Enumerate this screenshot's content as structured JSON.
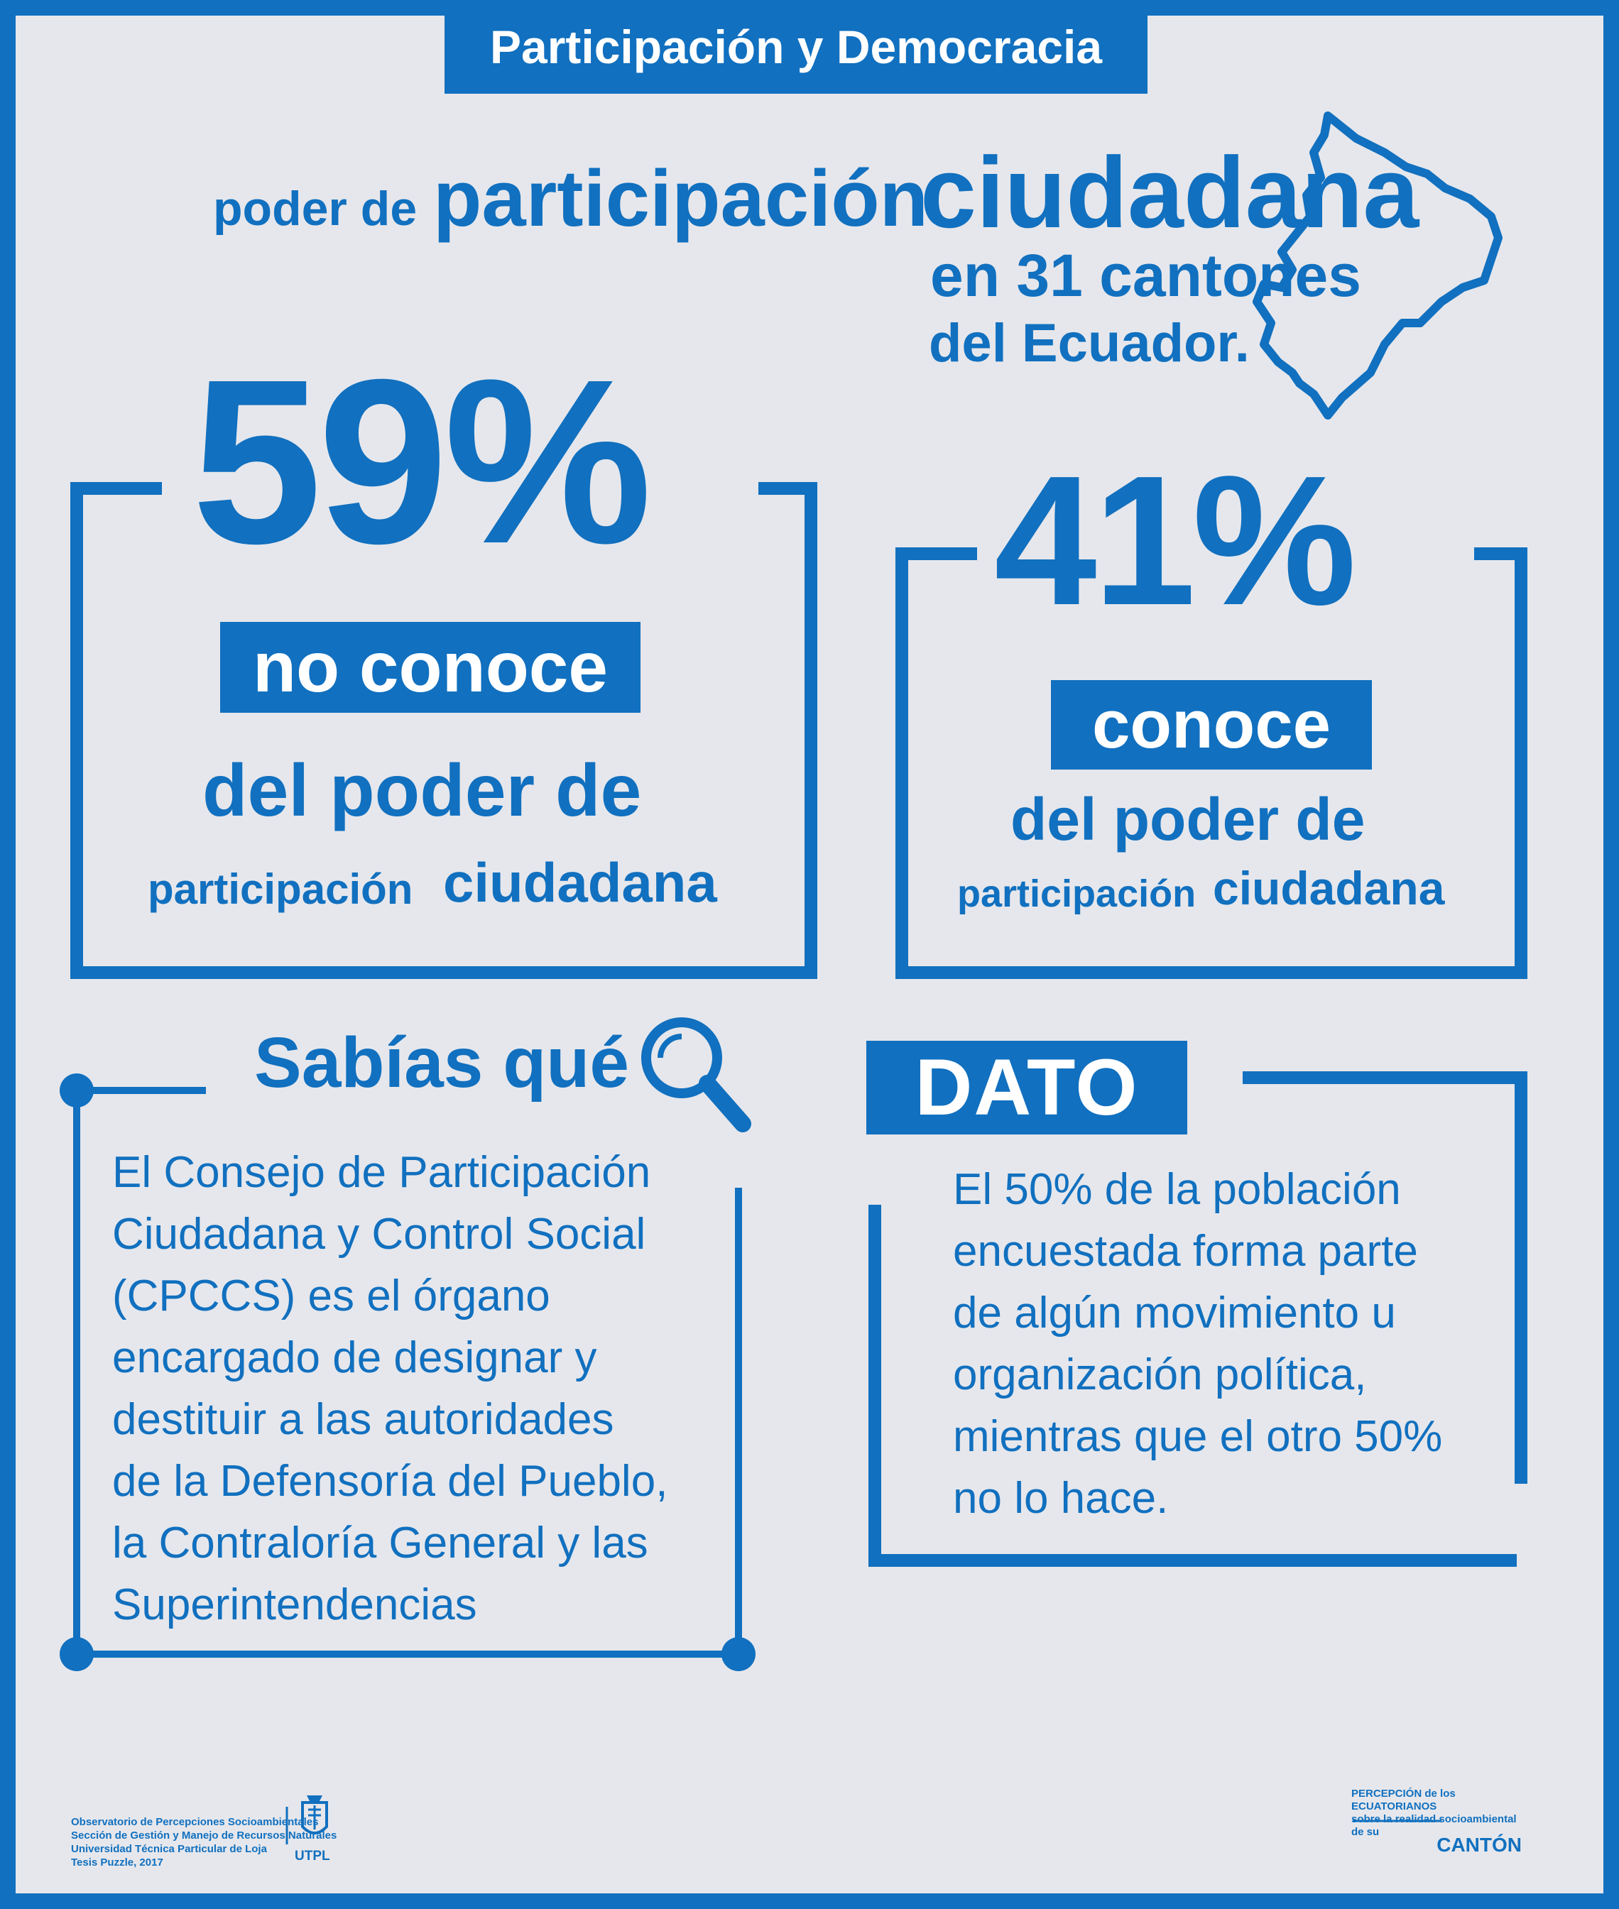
{
  "header": {
    "title": "Participación y Democracia"
  },
  "hero": {
    "prefix": "poder de",
    "mid": "participación",
    "big": "ciudadana",
    "line2": "en 31 cantones",
    "line3": "del Ecuador."
  },
  "stats": [
    {
      "percent": "59%",
      "tag": "no conoce",
      "line1": "del poder de",
      "line2_small": "participación",
      "line2_big": "ciudadana"
    },
    {
      "percent": "41%",
      "tag": "conoce",
      "line1": "del poder de",
      "line2_small": "participación",
      "line2_big": "ciudadana"
    }
  ],
  "sabias": {
    "heading": "Sabías qué",
    "lines": [
      "El Consejo de Participación",
      "Ciudadana y Control Social",
      "(CPCCS) es el órgano",
      "encargado de designar y",
      "destituir a las autoridades",
      "de la Defensoría del Pueblo,",
      "la Contraloría General y las",
      "Superintendencias"
    ]
  },
  "dato": {
    "heading": "DATO",
    "lines": [
      "El 50% de la población",
      "encuestada forma parte",
      "de algún movimiento u",
      "organización política,",
      "mientras que el otro 50%",
      "no lo hace."
    ]
  },
  "footer": {
    "left_lines": [
      "Observatorio de Percepciones Socioambientales",
      "Sección de Gestión y Manejo de Recursos Naturales",
      "Universidad Técnica Particular de Loja",
      "Tesis Puzzle, 2017"
    ],
    "utpl": "UTPL",
    "right_line1": "PERCEPCIÓN de los ECUATORIANOS",
    "right_line2": "sobre la realidad socioambiental de su",
    "right_canton": "CANTÓN"
  },
  "colors": {
    "accent": "#1170bf",
    "background": "#e6e7ec",
    "frame": "#6f7379"
  }
}
